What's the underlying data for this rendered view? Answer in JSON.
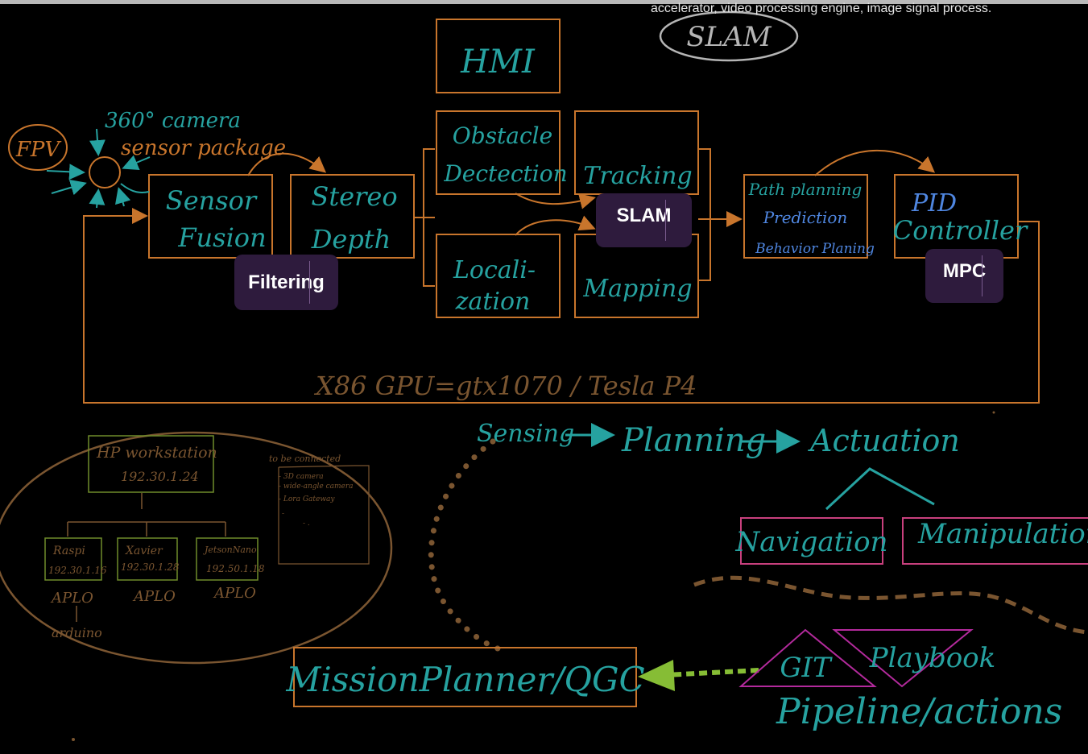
{
  "caption": "accelerator, video processing engine, image signal process.",
  "slam_bubble": "SLAM",
  "pipeline": {
    "hmi": "HMI",
    "fpv": "FPV",
    "camera_note": "360° camera",
    "sensor_package": "sensor package",
    "sensor_fusion": [
      "Sensor",
      "Fusion"
    ],
    "stereo_depth": [
      "Stereo",
      "Depth"
    ],
    "obstacle_detection": [
      "Obstacle",
      "Dectection"
    ],
    "localization": [
      "Locali-",
      "zation"
    ],
    "tracking": "Tracking",
    "mapping": "Mapping",
    "path_planning": "Path planning",
    "prediction": "Prediction",
    "behavior_planning": "Behavior Planing",
    "pid_controller": [
      "PID",
      "Controller"
    ],
    "x86_gpu": "X86  GPU=gtx1070 / Tesla P4"
  },
  "pills": {
    "filtering": "Filtering",
    "slam": "SLAM",
    "mpc": "MPC"
  },
  "flow": {
    "sensing": "Sensing",
    "planning": "Planning",
    "actuation": "Actuation",
    "navigation": "Navigation",
    "manipulation": "Manipulation"
  },
  "network": {
    "workstation": "HP workstation",
    "workstation_ip": "192.30.1.24",
    "nodes": [
      {
        "name": "Raspi",
        "ip": "192.30.1.16",
        "os": "APLO",
        "sub": "arduino"
      },
      {
        "name": "Xavier",
        "ip": "192.30.1.28",
        "os": "APLO",
        "sub": ""
      },
      {
        "name": "JetsonNano",
        "ip": "192.50.1.18",
        "os": "APLO",
        "sub": ""
      }
    ],
    "todo_title": "to be connected",
    "todo_items": [
      "- 3D camera",
      "- wide-angle camera",
      "- Lora Gateway",
      "-",
      "- ."
    ]
  },
  "bottom": {
    "mission_planner": "MissionPlanner/QGC",
    "git": "GIT",
    "playbook": "Playbook",
    "pipeline_actions": "Pipeline/actions"
  },
  "colors": {
    "orange": "#c8752c",
    "teal": "#26a2a0",
    "blue": "#4f86e0",
    "pink": "#c8407d",
    "magenta": "#b32a9c",
    "green": "#86bd35",
    "brown": "#7a5530",
    "olive": "#6f8c2a"
  }
}
